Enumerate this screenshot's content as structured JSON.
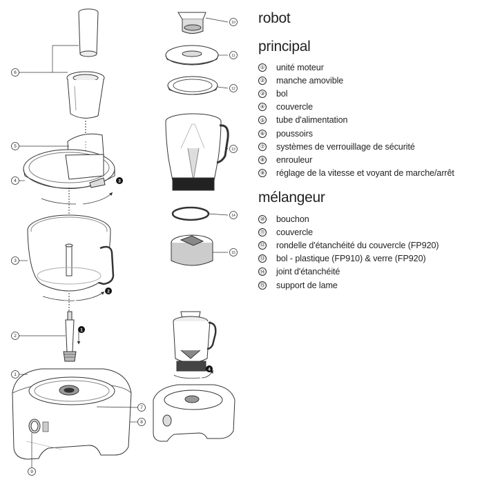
{
  "headings": {
    "robot_line1": "robot",
    "robot_line2": "principal",
    "blender": "mélangeur"
  },
  "robot_parts": [
    {
      "num": "①",
      "label": "unité moteur"
    },
    {
      "num": "②",
      "label": "manche amovible"
    },
    {
      "num": "③",
      "label": "bol"
    },
    {
      "num": "④",
      "label": "couvercle"
    },
    {
      "num": "⑤",
      "label": "tube d'alimentation"
    },
    {
      "num": "⑥",
      "label": "poussoirs"
    },
    {
      "num": "⑦",
      "label": "systèmes de verrouillage de sécurité"
    },
    {
      "num": "⑧",
      "label": "enrouleur"
    },
    {
      "num": "⑨",
      "label": "réglage de la vitesse et voyant de marche/arrêt"
    }
  ],
  "blender_parts": [
    {
      "num": "⑩",
      "label": "bouchon"
    },
    {
      "num": "⑪",
      "label": "couvercle"
    },
    {
      "num": "⑫",
      "label": "rondelle d'étanchéité du couvercle (FP920)"
    },
    {
      "num": "⑬",
      "label": "bol - plastique (FP910) & verre (FP920)"
    },
    {
      "num": "⑭",
      "label": "joint d'étanchéité"
    },
    {
      "num": "⑮",
      "label": "support de lame"
    }
  ],
  "callouts": [
    "1",
    "2",
    "3",
    "4",
    "5",
    "6",
    "7",
    "8",
    "9",
    "10",
    "11",
    "12",
    "13",
    "14",
    "15"
  ],
  "step_badges": [
    "1",
    "2",
    "3",
    "4"
  ]
}
